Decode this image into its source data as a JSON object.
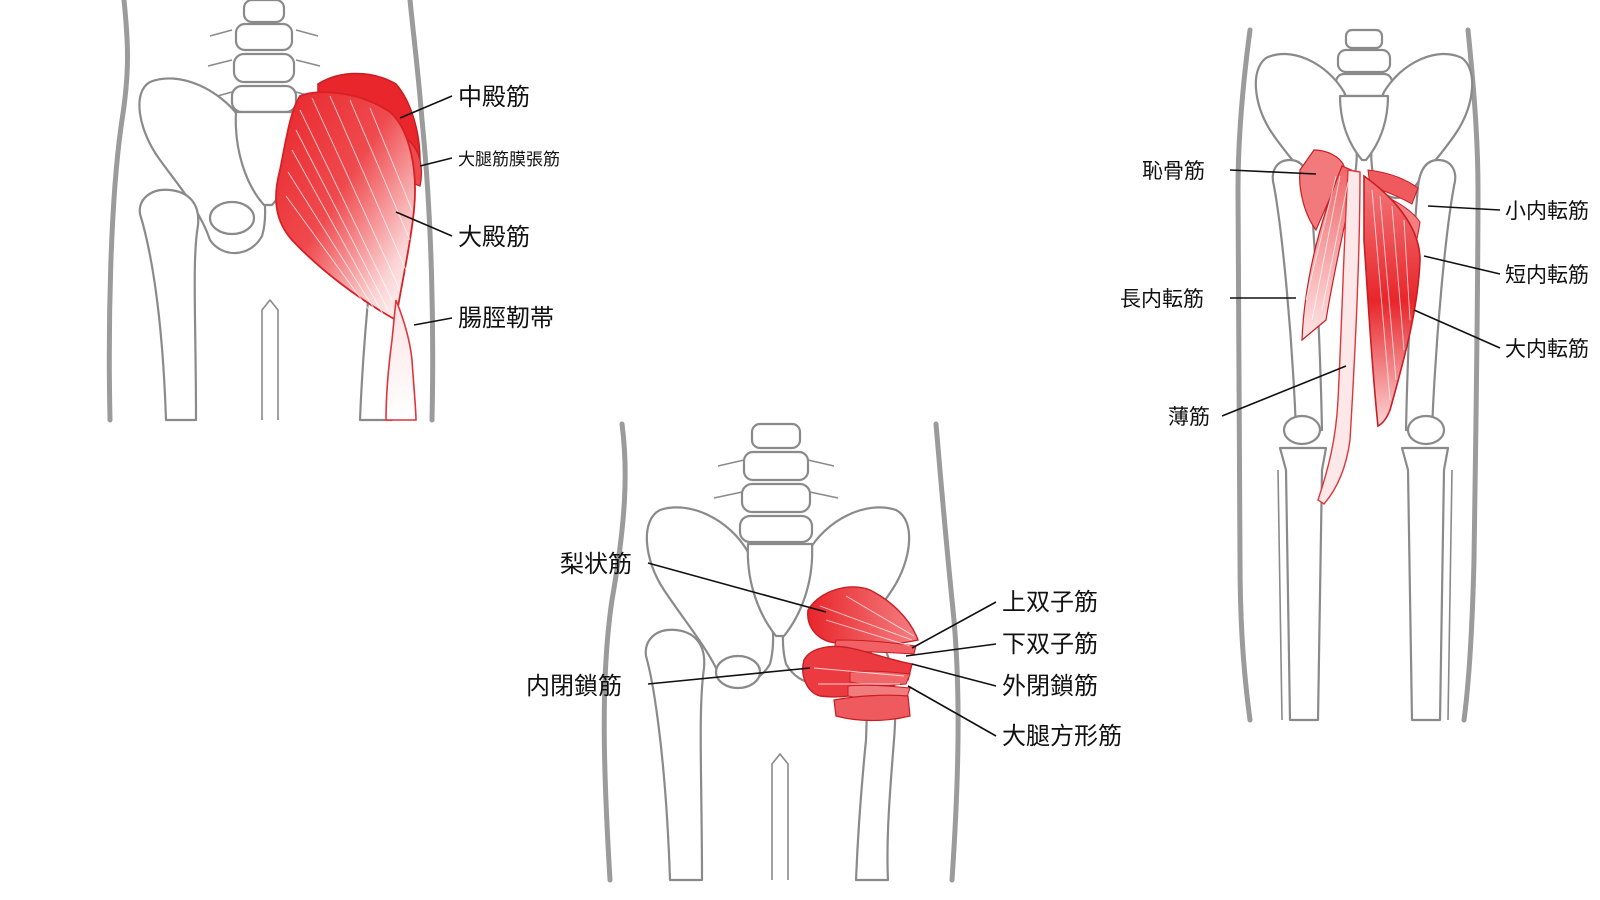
{
  "panel1": {
    "labels": {
      "gluteus_medius": "中殿筋",
      "tfl": "大腿筋膜張筋",
      "gluteus_maximus": "大殿筋",
      "it_band": "腸脛靭帯"
    }
  },
  "panel2": {
    "labels": {
      "piriformis": "梨状筋",
      "obturator_internus": "内閉鎖筋",
      "gemellus_superior": "上双子筋",
      "gemellus_inferior": "下双子筋",
      "obturator_externus": "外閉鎖筋",
      "quadratus_femoris": "大腿方形筋"
    }
  },
  "panel3": {
    "labels": {
      "pectineus": "恥骨筋",
      "adductor_longus": "長内転筋",
      "gracilis": "薄筋",
      "adductor_minimus": "小内転筋",
      "adductor_brevis": "短内転筋",
      "adductor_magnus": "大内転筋"
    }
  },
  "colors": {
    "muscle_red": "#e8262b",
    "muscle_light": "#f7b3b5",
    "bone_outline": "#8a8a8a",
    "body_outline": "#9b9b9b",
    "text": "#111111"
  }
}
